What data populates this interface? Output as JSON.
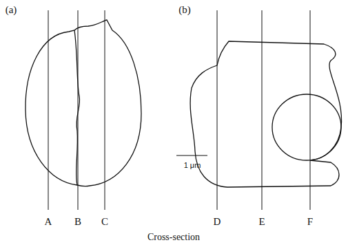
{
  "diagram": {
    "caption": "Cross-section",
    "labels": [
      "(a)",
      "(b)",
      "A",
      "B",
      "C",
      "D",
      "E",
      "F",
      "1 μm"
    ]
  }
}
